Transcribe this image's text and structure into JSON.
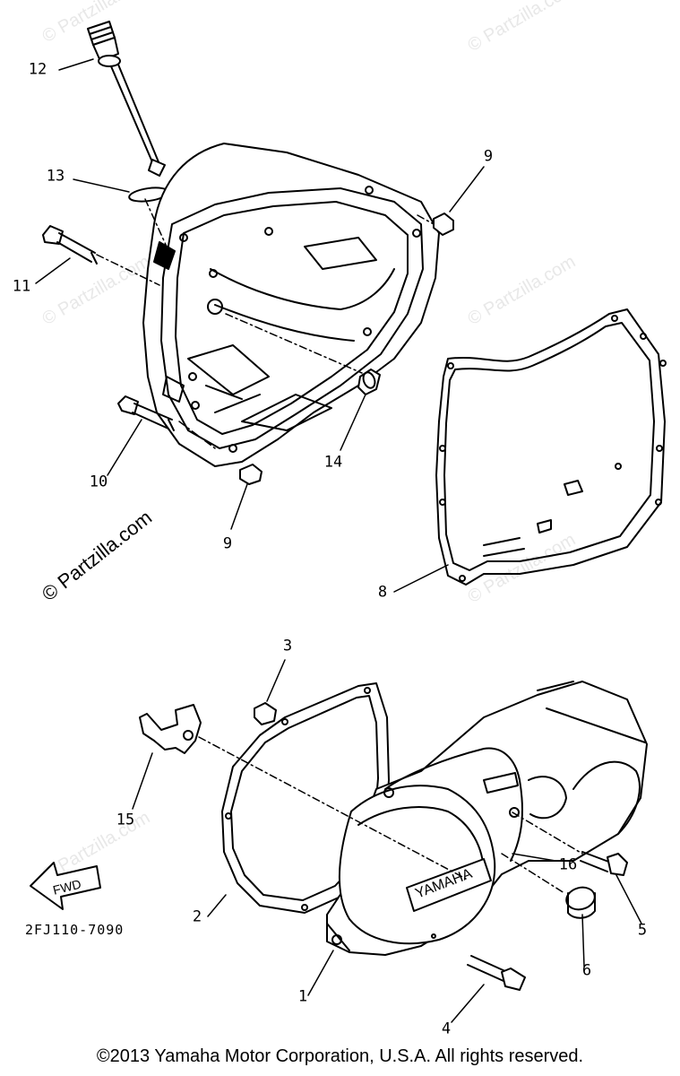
{
  "watermark": "© Partzilla.com",
  "part_code": "2FJ110-7090",
  "fwd_label": "FWD",
  "brand_label": "YAMAHA",
  "copyright": "©2013 Yamaha Motor Corporation, U.S.A. All rights reserved.",
  "callouts": {
    "c1": "1",
    "c2": "2",
    "c3": "3",
    "c4": "4",
    "c5": "5",
    "c6": "6",
    "c8": "8",
    "c9a": "9",
    "c9b": "9",
    "c10": "10",
    "c11": "11",
    "c12": "12",
    "c13": "13",
    "c14": "14",
    "c15": "15",
    "c16": "16"
  }
}
